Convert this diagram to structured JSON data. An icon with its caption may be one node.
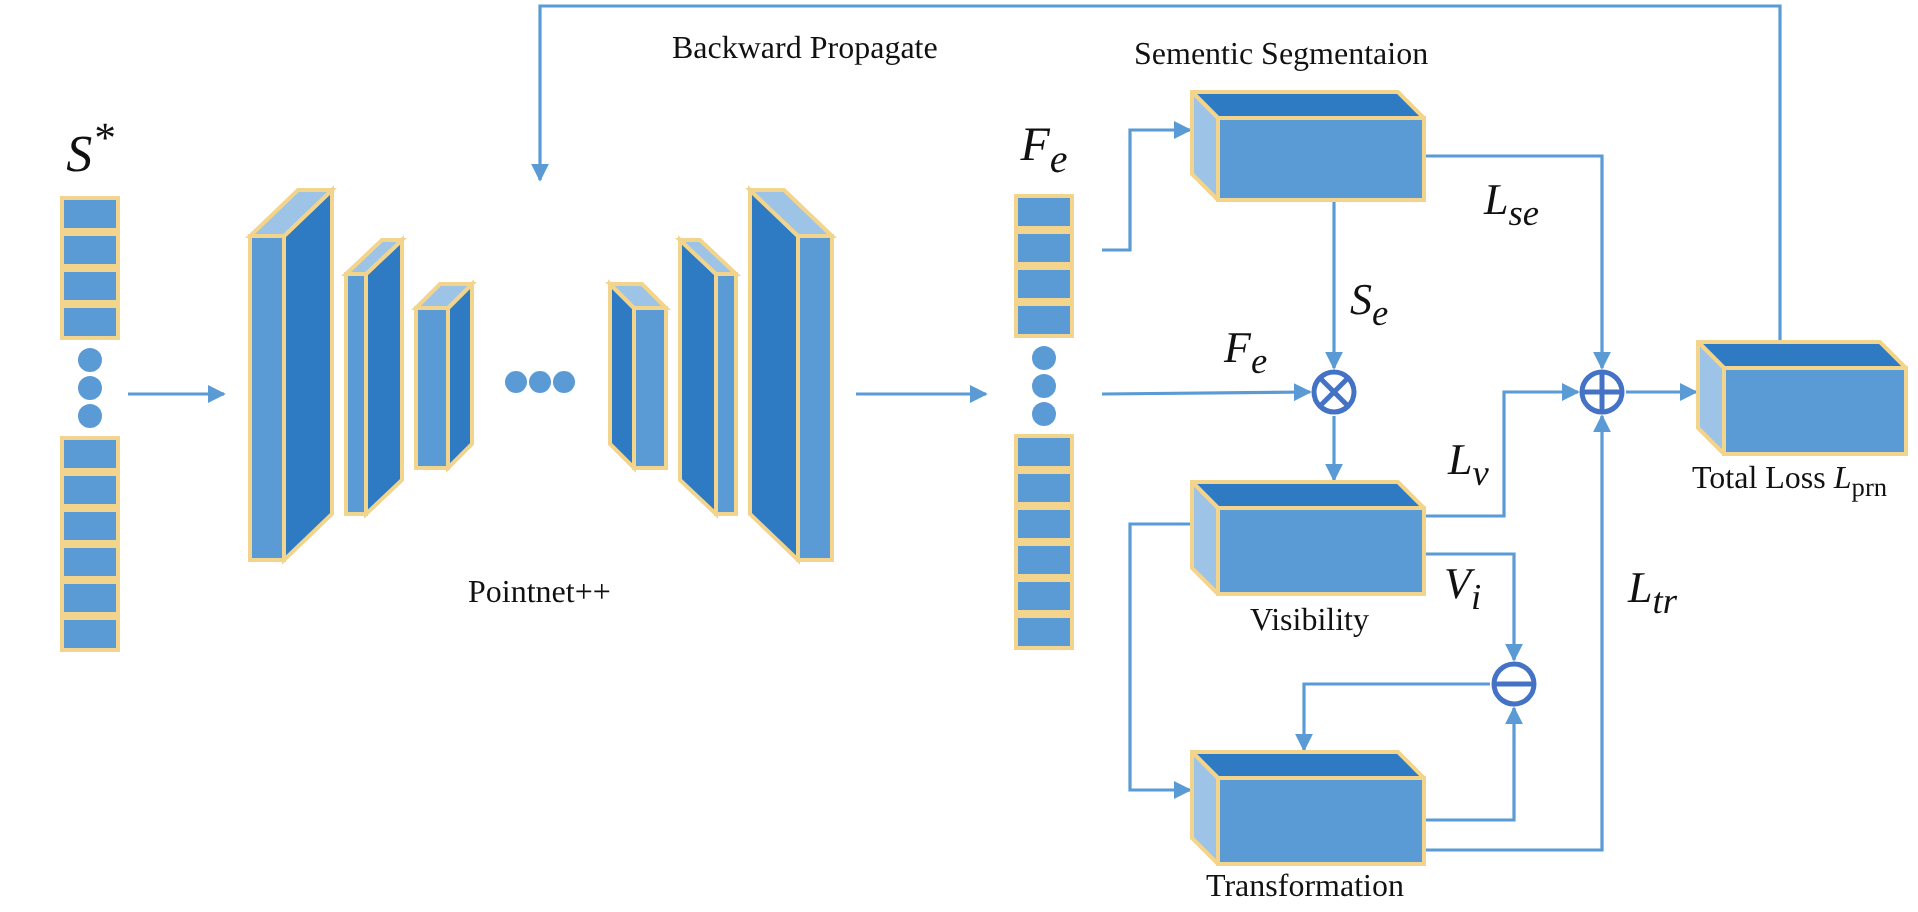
{
  "diagram": {
    "nodes": [
      {
        "text": [
          "S$^{*}$"
        ]
      },
      {
        "text": [
          "Pointnet++"
        ]
      },
      {
        "text": [
          "F$_{e}$"
        ]
      },
      {
        "text": [
          "Sementic Segmentaion"
        ]
      },
      {
        "text": [],
        "shape": "circle"
      },
      {
        "text": [
          "Visibility"
        ]
      },
      {
        "text": [],
        "shape": "circle"
      },
      {
        "text": [
          "Transformation"
        ]
      },
      {
        "text": [],
        "shape": "circle"
      },
      {
        "text": [
          "Total Loss *L*$_{prn}$"
        ]
      }
    ],
    "edges": [
      {
        "from": 0,
        "to": 1,
        "arrow": "to"
      },
      {
        "from": 1,
        "to": 2,
        "arrow": "to"
      },
      {
        "from": 2,
        "to": 3,
        "arrow": "to"
      },
      {
        "from": 2,
        "to": 4,
        "arrow": "to",
        "label": "F$_{e}$"
      },
      {
        "from": 3,
        "to": 4,
        "arrow": "to",
        "label": "S$_{e}$"
      },
      {
        "from": 3,
        "to": 8,
        "arrow": "to",
        "label": "L$_{se}$"
      },
      {
        "from": 4,
        "to": 5,
        "arrow": "to"
      },
      {
        "from": 5,
        "to": 8,
        "arrow": "to",
        "label": "L$_{v}$"
      },
      {
        "from": 5,
        "to": 6,
        "arrow": "to",
        "label": "V$_{i}$"
      },
      {
        "from": 5,
        "to": 7,
        "arrow": "to"
      },
      {
        "from": 6,
        "to": 7,
        "arrow": "to"
      },
      {
        "from": 7,
        "to": 6,
        "arrow": "to"
      },
      {
        "from": 7,
        "to": 8,
        "arrow": "to",
        "label": "L$_{tr}$"
      },
      {
        "from": 8,
        "to": 9,
        "arrow": "to"
      },
      {
        "from": 9,
        "to": 1,
        "arrow": "to",
        "label": "Backward Propagate"
      }
    ]
  }
}
